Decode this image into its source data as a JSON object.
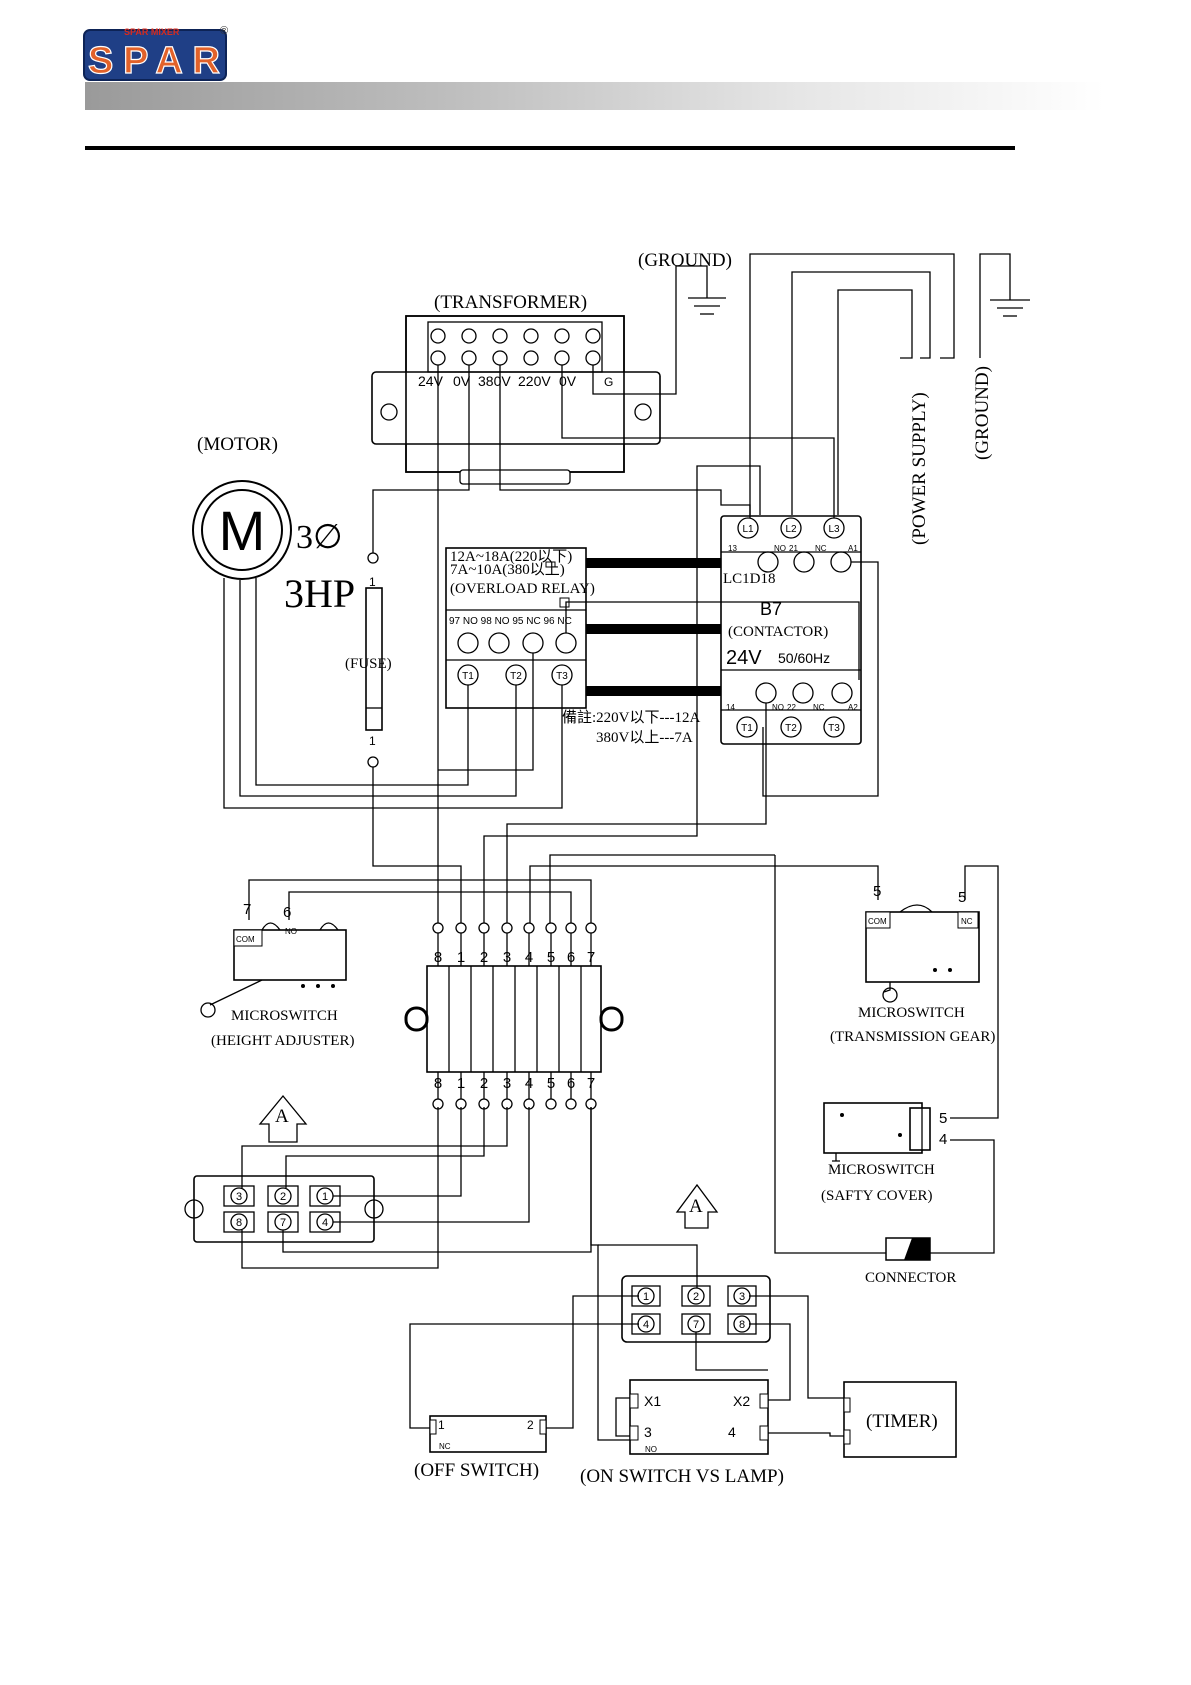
{
  "header": {
    "logo_small": "SPAR MIXER",
    "logo_main": "SPAR",
    "logo_mark": "®"
  },
  "labels": {
    "transformer": "(TRANSFORMER)",
    "ground_left": "(GROUND)",
    "ground_right": "(GROUND)",
    "power_supply": "(POWER SUPPLY)",
    "motor": "(MOTOR)",
    "motor_symbol": "M",
    "phase": "3∅",
    "horsepower": "3HP",
    "fuse": "(FUSE)",
    "fuse_top": "1",
    "fuse_bottom": "1",
    "overload_relay": "(OVERLOAD RELAY)",
    "relay_rating_1": "12A~18A(220以下)",
    "relay_rating_2": "7A~10A(380以上)",
    "relay_contacts": "97 NO  98 NO 95 NC 96 NC",
    "relay_terminals": [
      "T1",
      "T2",
      "T3"
    ],
    "relay_note_1": "備註:220V以下---12A",
    "relay_note_2": "380V以上---7A",
    "contactor_model": "LC1D18",
    "contactor_code": "B7",
    "contactor": "(CONTACTOR)",
    "contactor_volt": "24V",
    "contactor_freq": "50/60Hz",
    "contactor_line": [
      "L1",
      "L2",
      "L3"
    ],
    "contactor_top_contacts": [
      "13",
      "NO",
      "21",
      "NC",
      "A1"
    ],
    "contactor_bottom_contacts": [
      "14",
      "NO",
      "22",
      "NC",
      "A2"
    ],
    "contactor_load": [
      "T1",
      "T2",
      "T3"
    ],
    "transformer_taps": [
      "24V",
      "0V",
      "380V",
      "220V",
      "0V",
      "G"
    ],
    "terminal_numbers": [
      "8",
      "1",
      "2",
      "3",
      "4",
      "5",
      "6",
      "7"
    ],
    "ms_height_wires": [
      "7",
      "6"
    ],
    "ms_height_com": "COM",
    "ms_height_no": "NO",
    "ms_height_name": "MICROSWITCH",
    "ms_height_desc": "(HEIGHT ADJUSTER)",
    "ms_trans_wires": [
      "5",
      "5"
    ],
    "ms_trans_com": "COM",
    "ms_trans_nc": "NC",
    "ms_trans_name": "MICROSWITCH",
    "ms_trans_desc": "(TRANSMISSION GEAR)",
    "ms_safety_wires": [
      "5",
      "4"
    ],
    "ms_safety_name": "MICROSWITCH",
    "ms_safety_desc": "(SAFTY COVER)",
    "connector": "CONNECTOR",
    "plug_a_1": "A",
    "plug_a_2": "A",
    "plug1_pins": [
      "3",
      "2",
      "1",
      "8",
      "7",
      "4"
    ],
    "plug2_pins": [
      "1",
      "2",
      "3",
      "4",
      "7",
      "8"
    ],
    "off_switch": "(OFF SWITCH)",
    "off_pins": [
      "1",
      "2",
      "NC"
    ],
    "on_switch": "(ON SWITCH VS LAMP)",
    "on_pins": [
      "X1",
      "X2",
      "3",
      "4",
      "NO"
    ],
    "timer": "(TIMER)"
  }
}
